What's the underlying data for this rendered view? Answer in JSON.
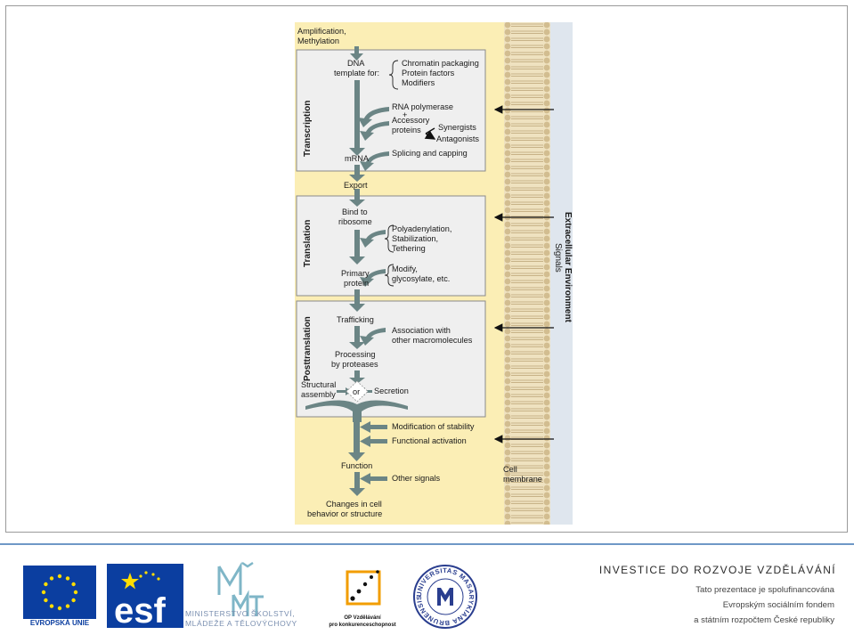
{
  "diagram": {
    "top_label": [
      "Amplification,",
      "Methylation"
    ],
    "sections": [
      "Transcription",
      "Translation",
      "Posttranslation"
    ],
    "transcription": {
      "dna_template": [
        "DNA",
        "template for:"
      ],
      "brace_items": [
        "Chromatin packaging",
        "Protein factors",
        "Modifiers"
      ],
      "rna_polymerase": "RNA polymerase",
      "accessory": [
        "Accessory",
        "proteins"
      ],
      "plus": "+",
      "synergists": "Synergists",
      "antagonists": "Antagonists",
      "splicing": "Splicing and capping",
      "mrna": "mRNA"
    },
    "export": "Export",
    "translation": {
      "bind": [
        "Bind to",
        "ribosome"
      ],
      "brace_items": [
        "Polyadenylation,",
        "Stabilization,",
        "Tethering"
      ],
      "primary": [
        "Primary",
        "protein"
      ],
      "modify": [
        "Modify,",
        "glycosylate, etc."
      ]
    },
    "posttranslation": {
      "trafficking": "Trafficking",
      "association": [
        "Association with",
        "other macromolecules"
      ],
      "processing": [
        "Processing",
        "by proteases"
      ],
      "structural": [
        "Structural",
        "assembly"
      ],
      "or": "or",
      "secretion": "Secretion"
    },
    "modification_of_stability": "Modification of stability",
    "functional_activation": "Functional activation",
    "function": "Function",
    "other_signals": "Other signals",
    "changes": [
      "Changes in cell",
      "behavior or structure"
    ],
    "cell_membrane": [
      "Cell",
      "membrane"
    ],
    "extracellular": [
      "Extracellular Environment",
      "Signals"
    ]
  },
  "footer": {
    "eu_label": "EVROPSKÁ UNIE",
    "esf_label": "esf",
    "msmt_lines": [
      "MINISTERSTVO ŠKOLSTVÍ,",
      "MLÁDEŽE A TĚLOVÝCHOVY"
    ],
    "op_lines": [
      "OP Vzdělávání",
      "pro konkurenceschopnost"
    ],
    "university_text": "UNIVERSITAS MASARYKIANA BRUNENSIS",
    "investice_title": "INVESTICE DO ROZVOJE VZDĚLÁVÁNÍ",
    "investice_lines": [
      "Tato prezentace je spolufinancována",
      "Evropským sociálním fondem",
      "a státním rozpočtem České republiky"
    ]
  },
  "colors": {
    "diagram_bg": "#fbeeb5",
    "box_bg": "#efefef",
    "arrow": "#6b8585",
    "membrane": "#d9c8a1",
    "extracellular_bg": "#dfe6ee",
    "footer_line": "#6f98c7",
    "eu_blue": "#0b3ea0",
    "eu_star": "#ffdd00"
  }
}
